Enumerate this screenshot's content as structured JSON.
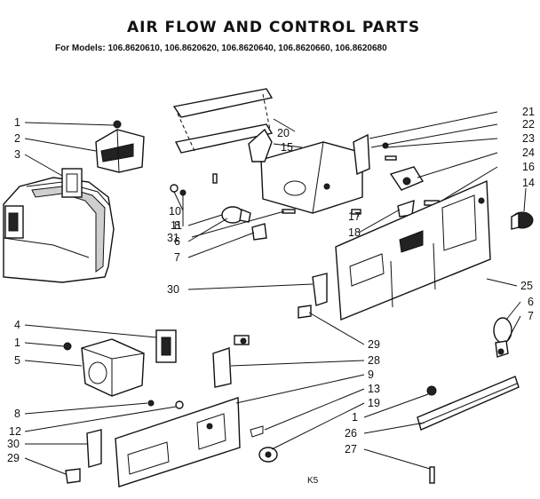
{
  "title": "AIR FLOW AND CONTROL PARTS",
  "models_line": "For Models: 106.8620610, 106.8620620, 106.8620640, 106.8620660, 106.8620680",
  "page_code": "K5",
  "callouts_left": [
    "1",
    "2",
    "3",
    "10",
    "11",
    "31",
    "8",
    "6",
    "7",
    "30",
    "4",
    "1",
    "5",
    "8",
    "12",
    "30",
    "29"
  ],
  "callouts_right": [
    "20",
    "15",
    "21",
    "22",
    "23",
    "24",
    "16",
    "14",
    "17",
    "18",
    "25",
    "6",
    "7",
    "29",
    "28",
    "9",
    "13",
    "19",
    "1",
    "26",
    "27"
  ]
}
